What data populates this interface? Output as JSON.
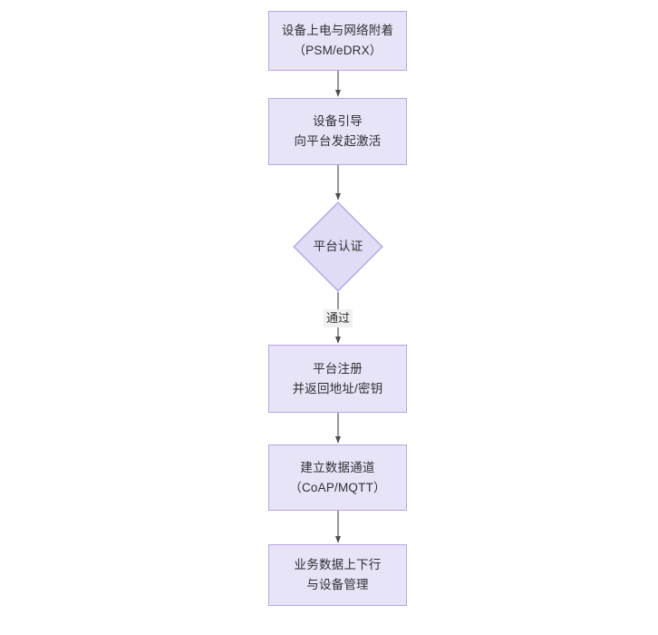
{
  "diagram": {
    "type": "flowchart",
    "orientation": "top-to-bottom",
    "background_color": "#ffffff",
    "node_fill_color": "#e8e4f8",
    "node_border_color": "#b9a3e6",
    "text_color": "#2f2f33",
    "connector_color": "#4d4d4d",
    "edge_label_background": "#f0f0f0",
    "nodes": [
      {
        "id": "node-power-on",
        "shape": "rectangle",
        "lines": [
          "设备上电与网络附着",
          "（PSM/eDRX）"
        ]
      },
      {
        "id": "node-bootstrap",
        "shape": "rectangle",
        "lines": [
          "设备引导",
          "向平台发起激活"
        ]
      },
      {
        "id": "node-platform-auth",
        "shape": "diamond",
        "lines": [
          "平台认证"
        ]
      },
      {
        "id": "node-platform-register",
        "shape": "rectangle",
        "lines": [
          "平台注册",
          "并返回地址/密钥"
        ]
      },
      {
        "id": "node-data-channel",
        "shape": "rectangle",
        "lines": [
          "建立数据通道",
          "（CoAP/MQTT）"
        ]
      },
      {
        "id": "node-business-data",
        "shape": "rectangle",
        "lines": [
          "业务数据上下行",
          "与设备管理"
        ]
      }
    ],
    "edges": [
      {
        "id": "edge-1",
        "from": "node-power-on",
        "to": "node-bootstrap",
        "label": ""
      },
      {
        "id": "edge-2",
        "from": "node-bootstrap",
        "to": "node-platform-auth",
        "label": ""
      },
      {
        "id": "edge-3",
        "from": "node-platform-auth",
        "to": "node-platform-register",
        "label": "通过"
      },
      {
        "id": "edge-4",
        "from": "node-platform-register",
        "to": "node-data-channel",
        "label": ""
      },
      {
        "id": "edge-5",
        "from": "node-data-channel",
        "to": "node-business-data",
        "label": ""
      }
    ]
  }
}
